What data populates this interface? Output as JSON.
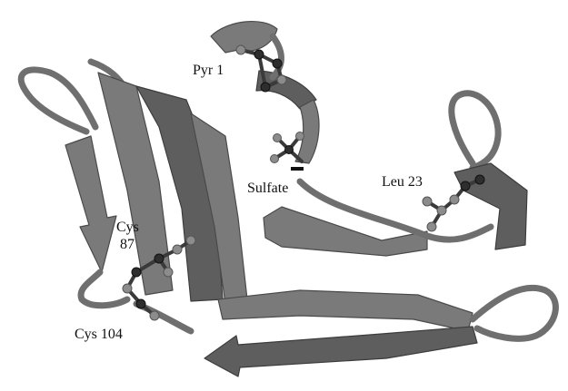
{
  "labels": {
    "pyr": "Pyr 1",
    "sulfate": "Sulfate",
    "leu": "Leu 23",
    "cys87_line1": "Cys",
    "cys87_line2": "87",
    "cys104": "Cys 104"
  },
  "colors": {
    "ribbon": "#7a7a7a",
    "ribbon_dark": "#5e5e5e",
    "background": "#ffffff",
    "label_text": "#111111"
  }
}
